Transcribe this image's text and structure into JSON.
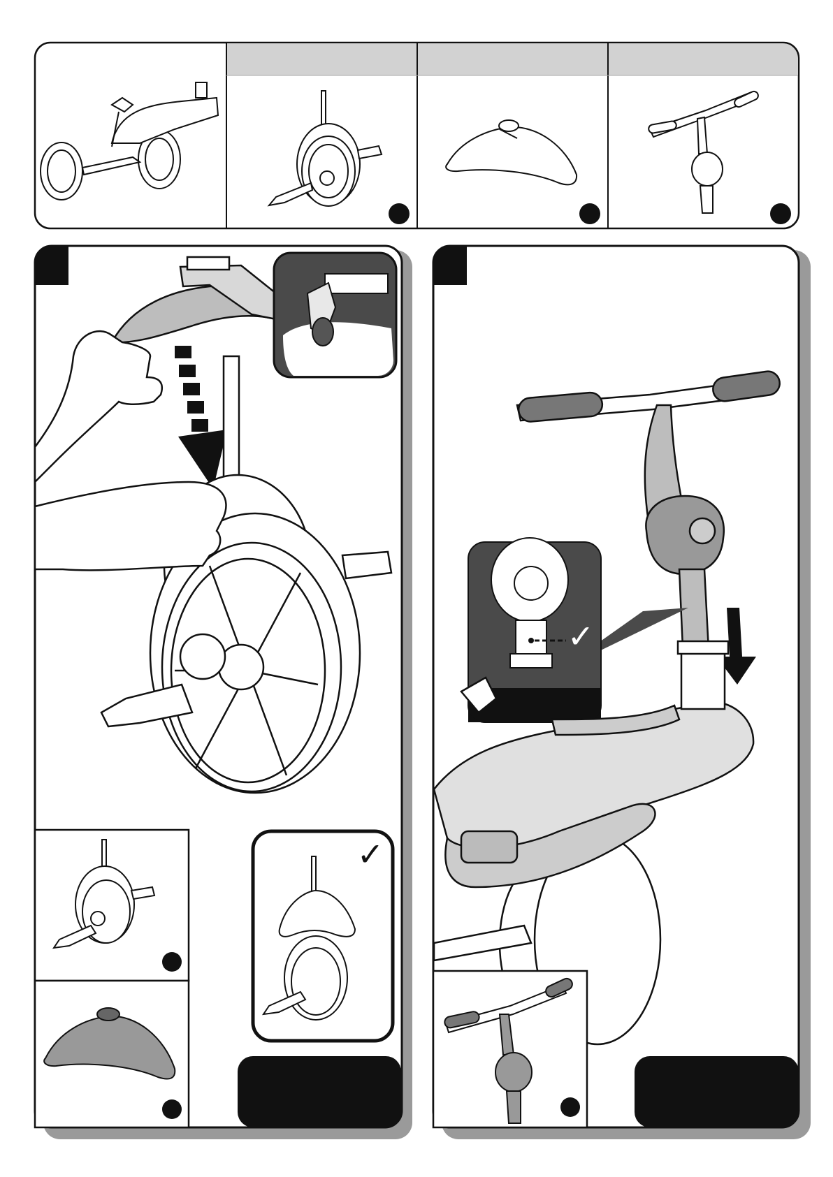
{
  "parts_strip": {
    "panels": [
      {
        "name": "tricycle-frame"
      },
      {
        "name": "front-wheel-assembly",
        "badge": ""
      },
      {
        "name": "mudguard",
        "badge": ""
      },
      {
        "name": "handlebar",
        "badge": ""
      }
    ]
  },
  "step_left": {
    "step_number": "",
    "caption_box": "",
    "check": "✓"
  },
  "step_right": {
    "step_number": "",
    "detail_caption": "",
    "caption_box": "",
    "check": "✓"
  }
}
